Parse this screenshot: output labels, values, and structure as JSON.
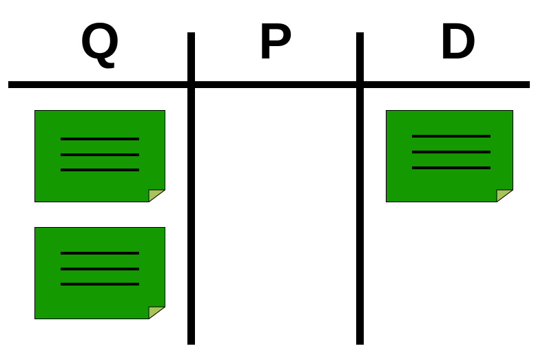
{
  "board": {
    "columns": [
      {
        "id": "q",
        "header": "Q"
      },
      {
        "id": "p",
        "header": "P"
      },
      {
        "id": "d",
        "header": "D"
      }
    ],
    "cards": [
      {
        "column": "Q",
        "text_lines": 3
      },
      {
        "column": "Q",
        "text_lines": 3
      },
      {
        "column": "D",
        "text_lines": 3
      }
    ]
  },
  "colors": {
    "card_fill": "#149a00",
    "card_fold": "#a6c45a",
    "ink": "#000000",
    "background": "#ffffff"
  },
  "icons": {
    "card": "sticky-note-icon"
  }
}
